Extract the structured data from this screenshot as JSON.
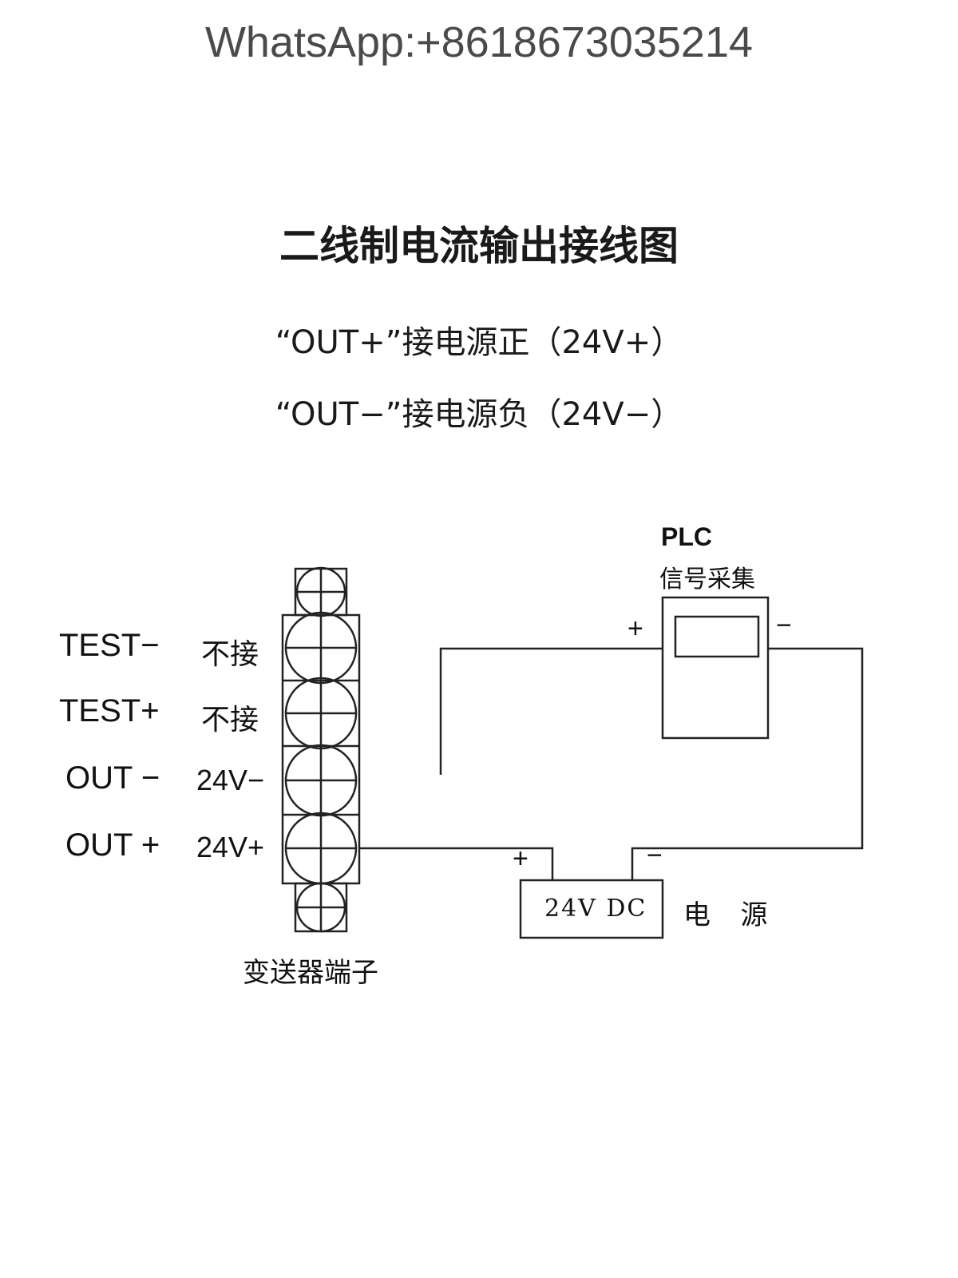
{
  "header": {
    "whatsapp": "WhatsApp:+8618673035214"
  },
  "title": "二线制电流输出接线图",
  "notes": [
    "“OUT+”接电源正（24V+）",
    "“OUT−”接电源负（24V−）"
  ],
  "terminals": [
    {
      "name": "TEST−",
      "connection": "不接"
    },
    {
      "name": "TEST+",
      "connection": "不接"
    },
    {
      "name": "OUT −",
      "connection": "24V−"
    },
    {
      "name": "OUT +",
      "connection": "24V+"
    }
  ],
  "terminal_block_caption": "变送器端子",
  "plc": {
    "title": "PLC",
    "subtitle": "信号采集",
    "plus": "+",
    "minus": "−"
  },
  "power_supply": {
    "text": "24V DC",
    "label": "电 源",
    "plus": "+",
    "minus": "−"
  },
  "colors": {
    "line": "#222222",
    "text": "#111111",
    "header_text": "#4a4a4a"
  }
}
